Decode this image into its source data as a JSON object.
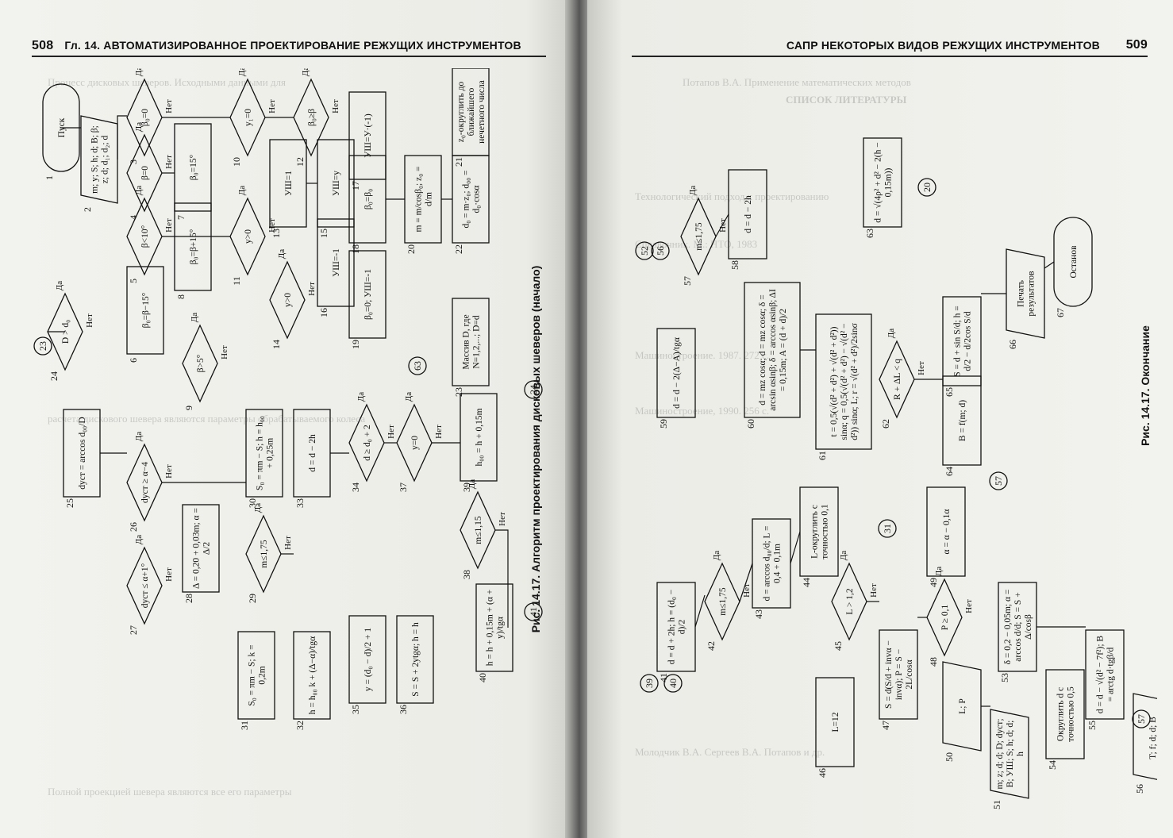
{
  "left_page": {
    "page_number": "508",
    "running_head": "Гл. 14. АВТОМАТИЗИРОВАННОЕ ПРОЕКТИРОВАНИЕ РЕЖУЩИХ ИНСТРУМЕНТОВ",
    "figure_caption": "Рис. 14.17. Алгоритм проектирования дисковых шеверов (начало)",
    "blocks": [
      {
        "n": "1",
        "text": "Пуск"
      },
      {
        "n": "2",
        "text": "m; y; S; h; d; B; β; z; d; d₁; d₂; d"
      },
      {
        "n": "3",
        "text": "β₀=0"
      },
      {
        "n": "4",
        "text": "β=0"
      },
      {
        "n": "5",
        "text": "β<10°"
      },
      {
        "n": "6",
        "text": "β₀=β−15°"
      },
      {
        "n": "7",
        "text": "β₀=15°"
      },
      {
        "n": "8",
        "text": "β₀=β+15°"
      },
      {
        "n": "9",
        "text": "β>5°"
      },
      {
        "n": "10",
        "text": "y₁=0"
      },
      {
        "n": "11",
        "text": "y>0"
      },
      {
        "n": "12",
        "text": "β₀≥β"
      },
      {
        "n": "13",
        "text": "УШ=1"
      },
      {
        "n": "14",
        "text": "y>0"
      },
      {
        "n": "15",
        "text": "УШ=у"
      },
      {
        "n": "16",
        "text": "УШ=-1"
      },
      {
        "n": "17",
        "text": "УШ=У·(-1)"
      },
      {
        "n": "18",
        "text": "β₀=β₀"
      },
      {
        "n": "19",
        "text": "β₀=0; УШ=-1"
      },
      {
        "n": "20",
        "text": "m = m/cosβ₀; z₀ = d/m"
      },
      {
        "n": "21",
        "text": "z₀-округлить до ближайшего нечетного числа"
      },
      {
        "n": "22",
        "text": "d₀ = m·z₀; d₀₀ = d₀·cosα"
      },
      {
        "n": "23",
        "text": "Массив D, где N=1,2,...; D=d"
      },
      {
        "n": "24",
        "text": "D > d₀"
      },
      {
        "n": "25",
        "text": "dуст = arccos d₀₀/D"
      },
      {
        "n": "26",
        "text": "dуст ≥ α−4"
      },
      {
        "n": "27",
        "text": "dуст ≤ α+1°"
      },
      {
        "n": "28",
        "text": "Δ = 0,20 + 0,03m; α = Δ/2"
      },
      {
        "n": "29",
        "text": "m≤1,75"
      },
      {
        "n": "30",
        "text": "S₀ = πm − S; h = h₀₀ + 0,25m"
      },
      {
        "n": "31",
        "text": "S₀ = πm − S; k = 0,2m"
      },
      {
        "n": "32",
        "text": "h = h₀₀ k + (Δ−α)/tgα"
      },
      {
        "n": "33",
        "text": "d = d − 2h"
      },
      {
        "n": "34",
        "text": "d ≥ d₀ + 2"
      },
      {
        "n": "35",
        "text": "y = (d₀ − d)/2 + 1"
      },
      {
        "n": "36",
        "text": "S = S + 2ytgα; h = h"
      },
      {
        "n": "37",
        "text": "y=0"
      },
      {
        "n": "38",
        "text": "m≤1,15"
      },
      {
        "n": "39",
        "text": "h₀₀ = h + 0,15m"
      },
      {
        "n": "40",
        "text": "h = h + 0,15m + (α + y)/tgα"
      }
    ],
    "yes_label": "Да",
    "no_label": "Нет",
    "connectors": [
      "23",
      "24",
      "41",
      "63"
    ],
    "bleed_lines": [
      "Процесс дисковых шеверов. Исходными данными для",
      "расчета дискового шевера являются параметры обрабатываемого колеса",
      "Полной проекцией шевера являются все его параметры"
    ]
  },
  "right_page": {
    "page_number": "509",
    "running_head": "САПР НЕКОТОРЫХ ВИДОВ РЕЖУЩИХ ИНСТРУМЕНТОВ",
    "figure_caption": "Рис. 14.17. Окончание",
    "blocks": [
      {
        "n": "41",
        "text": "d = d + 2h; h = (d₀ − d)/2"
      },
      {
        "n": "42",
        "text": "m≤1,75"
      },
      {
        "n": "43",
        "text": "d = arccos d₀₀/d; L = 0,4 + 0,1m"
      },
      {
        "n": "44",
        "text": "L-округлить с точностью 0,1"
      },
      {
        "n": "45",
        "text": "L > 1,2"
      },
      {
        "n": "46",
        "text": "L=12"
      },
      {
        "n": "47",
        "text": "S = d(S/d + invα − invα); P = S − 2L/cosα"
      },
      {
        "n": "48",
        "text": "P ≥ 0,1"
      },
      {
        "n": "49",
        "text": "α = α − 0,1α"
      },
      {
        "n": "50",
        "text": "L; P"
      },
      {
        "n": "51",
        "text": "m; z; d; d; D; dуст; B; УШ; S; h; d; d; h"
      },
      {
        "n": "52",
        "text": "52"
      },
      {
        "n": "53",
        "text": "δ = 0,2 − 0,05m; α = arccos d/d; S = S + Δ/cosβ"
      },
      {
        "n": "54",
        "text": "Округлить d с точностью 0,5"
      },
      {
        "n": "55",
        "text": "d = d − √(d² − 7f²); B = arctg d·tgβ/d"
      },
      {
        "n": "56",
        "text": "T; f; d; d; B"
      },
      {
        "n": "57",
        "text": "m≤1,75"
      },
      {
        "n": "58",
        "text": "d = d − 2h"
      },
      {
        "n": "59",
        "text": "d = d − 2(Δ−A)/tgα"
      },
      {
        "n": "60",
        "text": "d = mz cosα; d = mz cosα; δ = arcsin αsinβ; δ = arccos αsinβ; ΔI = 0,15m; A = (d + d)/2"
      },
      {
        "n": "61",
        "text": "t = 0,5(√(d² + d²) + √(d² + d²)) sinα; q = 0,5(√(d² + d²) − √(d² − d²)) sinα; L; r = √(d² + d²)/2sinσ"
      },
      {
        "n": "62",
        "text": "R + ΔL < q"
      },
      {
        "n": "63",
        "text": "d = √(4ρ² + d² − 2(h − 0,15m))"
      },
      {
        "n": "64",
        "text": "B = f(m; d)"
      },
      {
        "n": "65",
        "text": "S = d + sin S/d; h = d/2 − d/2cos S/d"
      },
      {
        "n": "66",
        "text": "Печать результатов"
      },
      {
        "n": "67",
        "text": "Останов"
      }
    ],
    "yes_label": "Да",
    "no_label": "Нет",
    "connectors": [
      "39",
      "40",
      "31",
      "57",
      "20",
      "52",
      "56"
    ],
    "bleed_lines": [
      "СПИСОК ЛИТЕРАТУРЫ",
      "Потапов В.А. Применение математических методов",
      "Технологический подход к проектированию",
      "Справочник. М.: НТО, 1983",
      "Машиностроение. 1987. 272 с.",
      "Машиностроение, 1990. 256 с.",
      "Молодчик В.А. Сергеев В.А. Потапов и др."
    ]
  }
}
